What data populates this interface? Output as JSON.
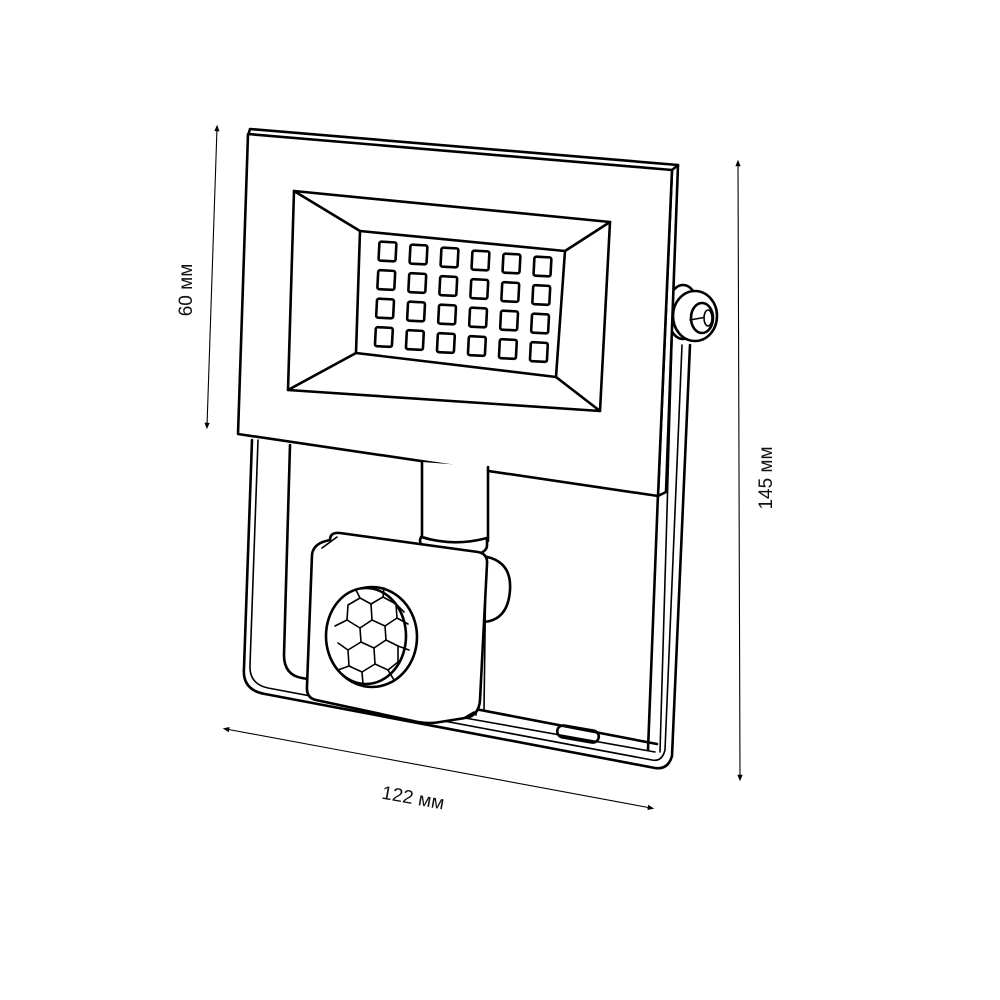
{
  "diagram": {
    "subject": "LED floodlight with PIR motion sensor",
    "dimensions": {
      "height_panel": "60 мм",
      "height_total": "145 мм",
      "width": "122 мм"
    },
    "led_grid": {
      "rows": 4,
      "cols": 6,
      "count": 24
    },
    "colors": {
      "line": "#000000",
      "background": "#ffffff",
      "text": "#111111"
    }
  }
}
